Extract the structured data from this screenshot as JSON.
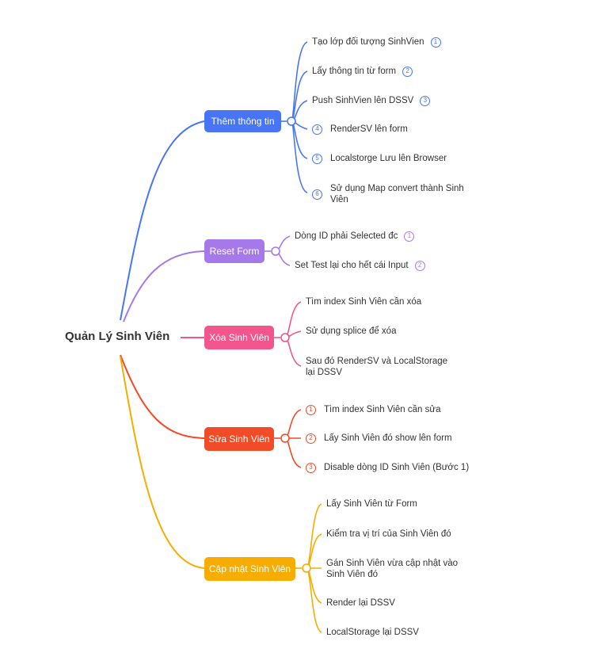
{
  "root": {
    "label": "Quản Lý Sinh Viên"
  },
  "colors": {
    "them": "#4775f5",
    "reset": "#a679eb",
    "xoa": "#f2568d",
    "sua": "#f14b28",
    "capnhat": "#f6ad00"
  },
  "branches": [
    {
      "label": "Thêm thông tin",
      "items": [
        {
          "text": "Tạo lớp đối tượng SinhVien",
          "num": "1"
        },
        {
          "text": "Lấy thông tin từ form",
          "num": "2"
        },
        {
          "text": "Push SinhVien lên DSSV",
          "num": "3"
        },
        {
          "text": "RenderSV lên form",
          "num": "4"
        },
        {
          "text": "Localstorge Lưu lên Browser",
          "num": "5"
        },
        {
          "text": "Sử dụng Map convert thành Sinh Viên",
          "num": "6"
        }
      ]
    },
    {
      "label": "Reset Form",
      "items": [
        {
          "text": "Dòng ID phải Selected đc",
          "num": "1"
        },
        {
          "text": "Set Test lại cho hết cái Input",
          "num": "2"
        }
      ]
    },
    {
      "label": "Xóa Sinh Viên",
      "items": [
        {
          "text": "Tìm index Sinh Viên cần xóa"
        },
        {
          "text": "Sử dụng splice để xóa"
        },
        {
          "text": "Sau đó RenderSV và LocalStorage lại DSSV"
        }
      ]
    },
    {
      "label": "Sửa Sinh Viên",
      "items": [
        {
          "text": "Tìm index Sinh Viên cần sửa",
          "num": "1"
        },
        {
          "text": "Lấy Sinh Viên đó show lên form",
          "num": "2"
        },
        {
          "text": "Disable dòng ID Sinh Viên (Bước 1)",
          "num": "3"
        }
      ]
    },
    {
      "label": "Cập nhật Sinh Viên",
      "items": [
        {
          "text": "Lấy Sinh Viên từ Form"
        },
        {
          "text": "Kiểm tra vị trí của Sinh Viên đó"
        },
        {
          "text": "Gán Sinh Viên vừa cập nhật vào Sinh Viên đó"
        },
        {
          "text": "Render lại DSSV"
        },
        {
          "text": "LocalStorage lại DSSV"
        }
      ]
    }
  ]
}
